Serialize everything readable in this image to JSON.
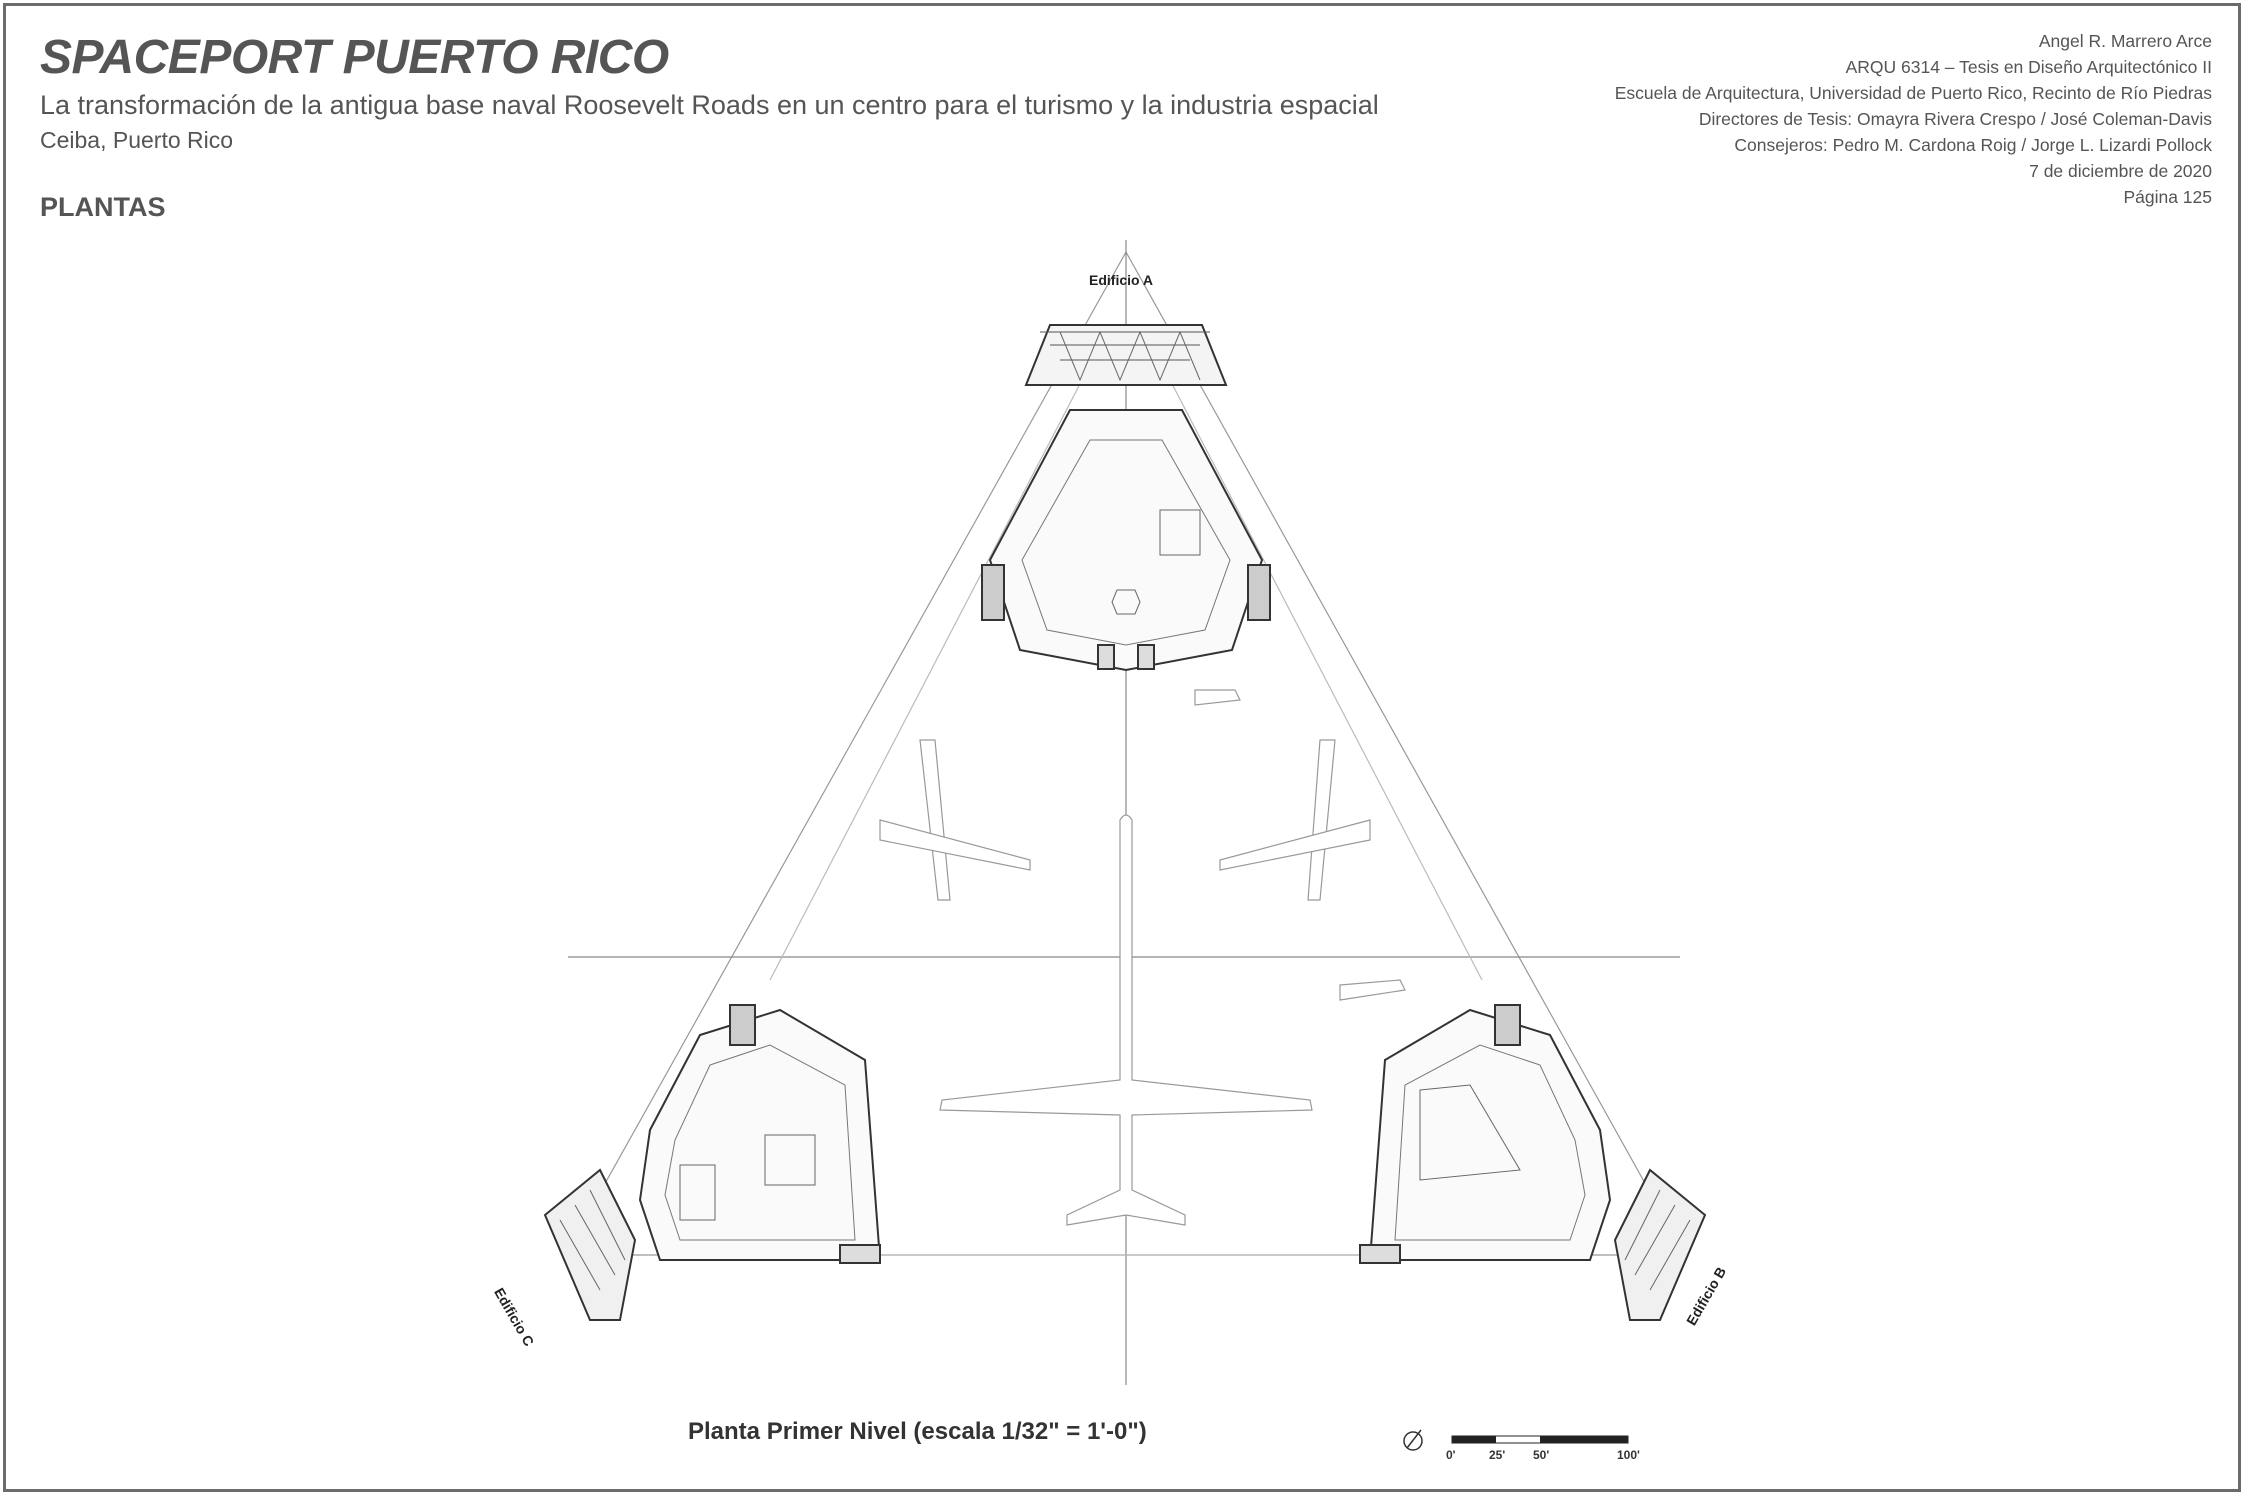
{
  "header": {
    "title": "SPACEPORT PUERTO RICO",
    "subtitle": "La transformación de la antigua base naval Roosevelt Roads en un centro para el turismo y la industria espacial",
    "location": "Ceiba, Puerto Rico",
    "section": "PLANTAS"
  },
  "credits": [
    "Angel R. Marrero Arce",
    "ARQU 6314 – Tesis en Diseño Arquitectónico II",
    "Escuela de Arquitectura, Universidad de Puerto Rico, Recinto de Río Piedras",
    "Directores de Tesis: Omayra Rivera Crespo / José Coleman-Davis",
    "Consejeros: Pedro M. Cardona Roig / Jorge L. Lizardi Pollock",
    "7 de diciembre de 2020",
    "Página 125"
  ],
  "plan": {
    "building_a": "Edificio A",
    "building_b": "Edificio B",
    "building_c": "Edificio C",
    "caption": "Planta Primer Nivel (escala 1/32\" = 1'-0\")"
  },
  "scale_bar": {
    "labels": [
      "0'",
      "25'",
      "50'",
      "100'"
    ]
  },
  "icons": {
    "north_arrow": "north-arrow-icon"
  }
}
